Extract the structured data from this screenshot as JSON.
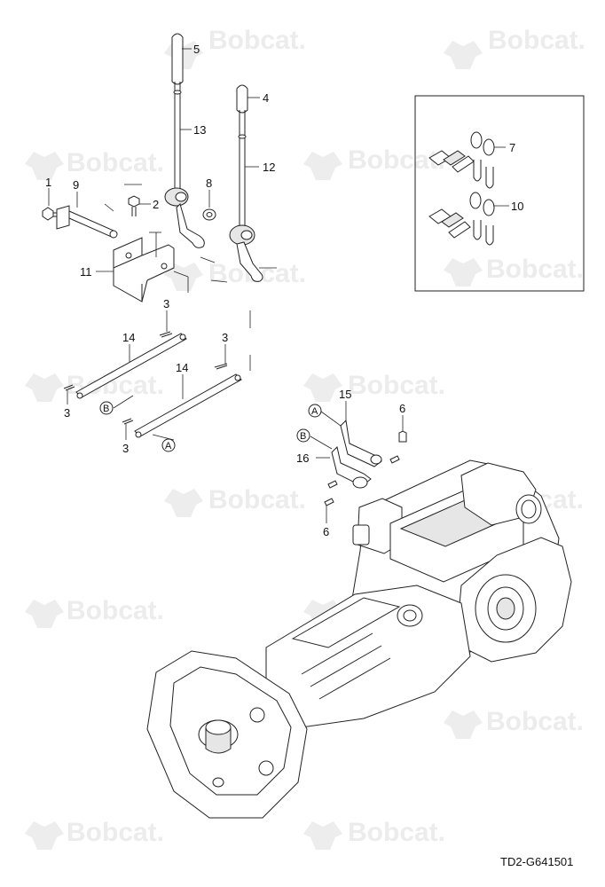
{
  "watermark": {
    "text": "Bobcat."
  },
  "callouts": [
    "1",
    "2",
    "3",
    "4",
    "5",
    "6",
    "7",
    "8",
    "9",
    "10",
    "11",
    "12",
    "13",
    "14",
    "15",
    "16"
  ],
  "references": {
    "a": "A",
    "b": "B"
  },
  "drawing_code": "TD2-G641501"
}
